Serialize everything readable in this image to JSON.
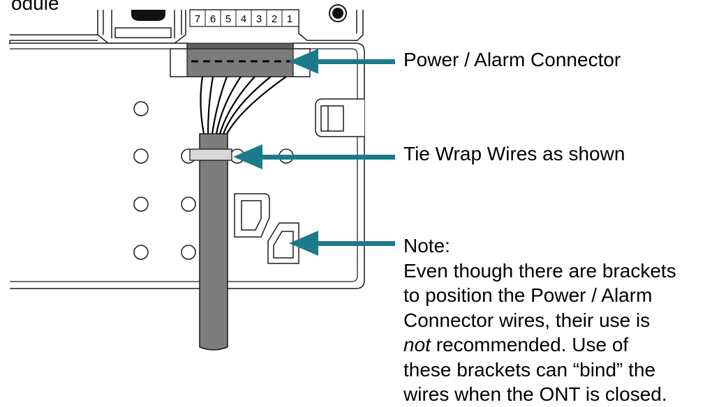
{
  "top_label_fragment": "odule",
  "terminal_numbers": [
    "7",
    "6",
    "5",
    "4",
    "3",
    "2",
    "1"
  ],
  "callouts": {
    "power_alarm_connector": "Power / Alarm Connector",
    "tie_wrap": "Tie Wrap Wires as shown",
    "note": {
      "heading": "Note:",
      "line1": "Even though there are brackets",
      "line2": "to position the Power / Alarm",
      "line3": "Connector wires, their use is",
      "line4_emphasis": "not",
      "line4_rest": " recommended. Use of",
      "line5": "these brackets can “bind” the",
      "line6": "wires when the ONT is closed."
    }
  },
  "colors": {
    "arrow": "#1b7a8c",
    "cable": "#7d7d7d",
    "connector": "#7b7b7b",
    "outline": "#1a1a1a"
  },
  "icons": {
    "arrow": "teal-left-arrow",
    "mounting_hole": "circle-outline"
  }
}
